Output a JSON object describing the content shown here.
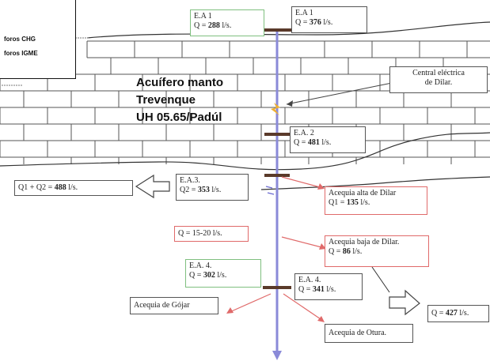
{
  "legend": {
    "rows": [
      "foros CHG",
      "foros IGME"
    ]
  },
  "aquifer_label": {
    "line1": "Acuífero manto",
    "line2": "Trevenque",
    "line3": "UH 05.65/Padúl"
  },
  "stations": {
    "ea1_left": {
      "name": "E.A 1",
      "q_prefix": "Q = ",
      "q_value": "288",
      "unit": " l/s."
    },
    "ea1_right": {
      "name": "E.A 1",
      "q_prefix": "Q = ",
      "q_value": "376",
      "unit": " l/s."
    },
    "ea2": {
      "name": "E.A. 2",
      "q_prefix": "Q = ",
      "q_value": "481",
      "unit": " l/s."
    },
    "ea3": {
      "name": "E.A.3.",
      "q_prefix": "Q2 = ",
      "q_value": "353",
      "unit": " l/s."
    },
    "ea4_left": {
      "name": "E.A. 4.",
      "q_prefix": "Q = ",
      "q_value": "302",
      "unit": " l/s."
    },
    "ea4_right": {
      "name": "E.A. 4.",
      "q_prefix": "Q = ",
      "q_value": "341",
      "unit": " l/s."
    }
  },
  "central": {
    "line1": "Central eléctrica",
    "line2": "de Dilar."
  },
  "q1q2": {
    "prefix": "Q1 + Q2 = ",
    "value": "488",
    "unit": " l/s."
  },
  "acequia_alta": {
    "line1": "Acequia alta de Dilar",
    "prefix": "Q1 = ",
    "value": "135",
    "unit": " l/s."
  },
  "q_range": {
    "text": "Q = 15-20 l/s."
  },
  "acequia_baja": {
    "line1": "Acequia baja de Dilar.",
    "prefix": "Q = ",
    "value": "86",
    "unit": " l/s."
  },
  "q427": {
    "prefix": "Q = ",
    "value": "427",
    "unit": " l/s."
  },
  "gojar": {
    "text": "Acequia de Gójar"
  },
  "otura": {
    "text": "Acequia de Otura."
  },
  "colors": {
    "river": "#8a8ad8",
    "red_arrow": "#e06a6a",
    "green_border": "#7fbf7f",
    "wall": "#444444"
  }
}
